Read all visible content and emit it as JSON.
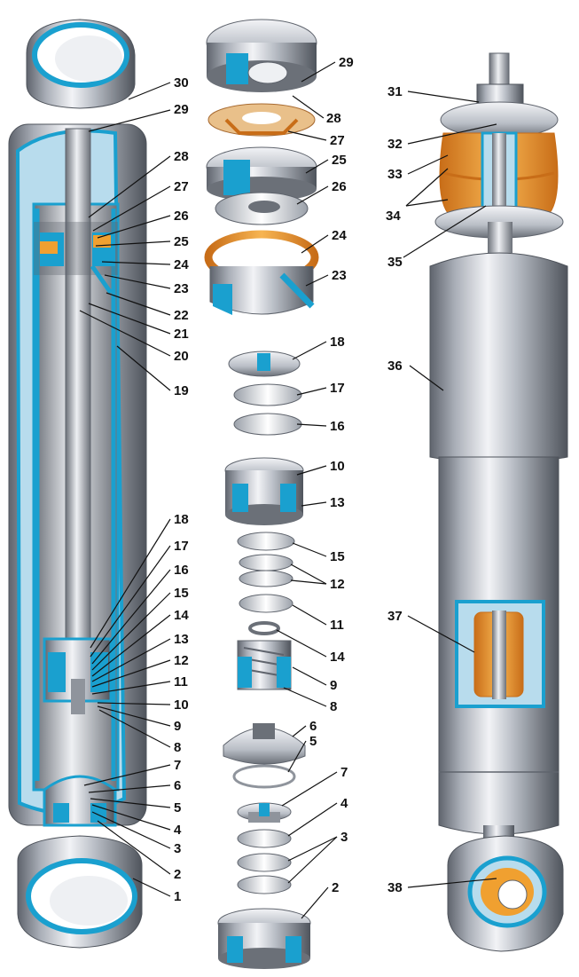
{
  "colors": {
    "metal_light": "#e6e8ec",
    "metal_mid": "#a9aeb7",
    "metal_dark": "#5f646d",
    "cutaway_blue": "#1aa0cf",
    "cutaway_blue_light": "#8fd3ee",
    "rubber_orange": "#f0a030",
    "rubber_orange_dark": "#c86d18",
    "copper": "#d9a26a",
    "leader": "#111111"
  },
  "callouts": {
    "n1": "1",
    "n2": "2",
    "n3": "3",
    "n4": "4",
    "n5": "5",
    "n6": "6",
    "n7": "7",
    "n8": "8",
    "n9": "9",
    "n10": "10",
    "n11": "11",
    "n12": "12",
    "n13": "13",
    "n14": "14",
    "n15": "15",
    "n16": "16",
    "n17": "17",
    "n18": "18",
    "n19": "19",
    "n20": "20",
    "n21": "21",
    "n22": "22",
    "n23": "23",
    "n24": "24",
    "n25": "25",
    "n26": "26",
    "n27": "27",
    "n28": "28",
    "n29": "29",
    "n30": "30",
    "n31": "31",
    "n32": "32",
    "n33": "33",
    "n34": "34",
    "n35": "35",
    "n36": "36",
    "n37": "37",
    "n38": "38"
  }
}
